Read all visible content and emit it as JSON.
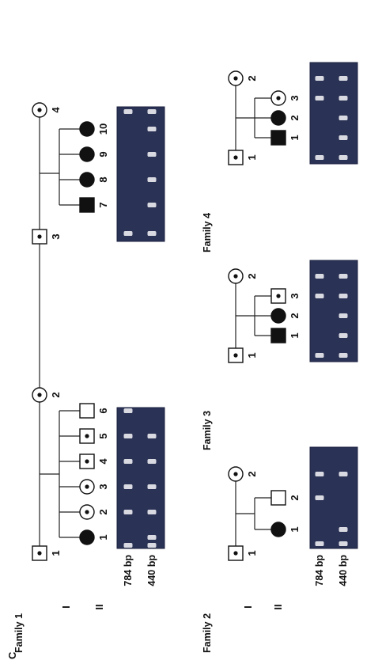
{
  "panel_label": "C",
  "generation_labels": [
    "I",
    "II"
  ],
  "band_size_labels": [
    "784 bp",
    "440 bp"
  ],
  "colors": {
    "gel_background": "#2a3255",
    "band": "#e8e8ee",
    "symbol": "#111111"
  },
  "symbols_legend": {
    "circle": "female",
    "square": "male",
    "filled": "affected",
    "dot": "carrier",
    "open": "unaffected"
  },
  "families": [
    {
      "title": "Family 1",
      "members": [
        {
          "gen": "I",
          "id": "1",
          "sex": "male",
          "status": "carrier"
        },
        {
          "gen": "I",
          "id": "2",
          "sex": "female",
          "status": "carrier"
        },
        {
          "gen": "II",
          "id": "1",
          "sex": "female",
          "status": "affected"
        },
        {
          "gen": "II",
          "id": "2",
          "sex": "female",
          "status": "carrier"
        },
        {
          "gen": "II",
          "id": "3",
          "sex": "female",
          "status": "carrier"
        },
        {
          "gen": "II",
          "id": "4",
          "sex": "male",
          "status": "carrier"
        },
        {
          "gen": "II",
          "id": "5",
          "sex": "male",
          "status": "carrier"
        },
        {
          "gen": "II",
          "id": "6",
          "sex": "male",
          "status": "unaffected"
        },
        {
          "gen": "I",
          "id": "3",
          "sex": "male",
          "status": "carrier"
        },
        {
          "gen": "I",
          "id": "4",
          "sex": "female",
          "status": "carrier"
        },
        {
          "gen": "II",
          "id": "7",
          "sex": "male",
          "status": "affected"
        },
        {
          "gen": "II",
          "id": "8",
          "sex": "female",
          "status": "affected"
        },
        {
          "gen": "II",
          "id": "9",
          "sex": "female",
          "status": "affected"
        },
        {
          "gen": "II",
          "id": "10",
          "sex": "female",
          "status": "affected"
        }
      ]
    },
    {
      "title": "Family 2",
      "members": [
        {
          "gen": "I",
          "id": "1",
          "sex": "male",
          "status": "carrier"
        },
        {
          "gen": "I",
          "id": "2",
          "sex": "female",
          "status": "carrier"
        },
        {
          "gen": "II",
          "id": "1",
          "sex": "female",
          "status": "affected"
        },
        {
          "gen": "II",
          "id": "2",
          "sex": "male",
          "status": "unaffected"
        }
      ]
    },
    {
      "title": "Family 3",
      "members": [
        {
          "gen": "I",
          "id": "1",
          "sex": "male",
          "status": "carrier"
        },
        {
          "gen": "I",
          "id": "2",
          "sex": "female",
          "status": "carrier"
        },
        {
          "gen": "II",
          "id": "1",
          "sex": "male",
          "status": "affected"
        },
        {
          "gen": "II",
          "id": "2",
          "sex": "female",
          "status": "affected"
        },
        {
          "gen": "II",
          "id": "3",
          "sex": "male",
          "status": "carrier"
        }
      ]
    },
    {
      "title": "Family 4",
      "members": [
        {
          "gen": "I",
          "id": "1",
          "sex": "male",
          "status": "carrier"
        },
        {
          "gen": "I",
          "id": "2",
          "sex": "female",
          "status": "carrier"
        },
        {
          "gen": "II",
          "id": "1",
          "sex": "male",
          "status": "affected"
        },
        {
          "gen": "II",
          "id": "2",
          "sex": "female",
          "status": "affected"
        },
        {
          "gen": "II",
          "id": "3",
          "sex": "female",
          "status": "carrier"
        }
      ]
    }
  ]
}
